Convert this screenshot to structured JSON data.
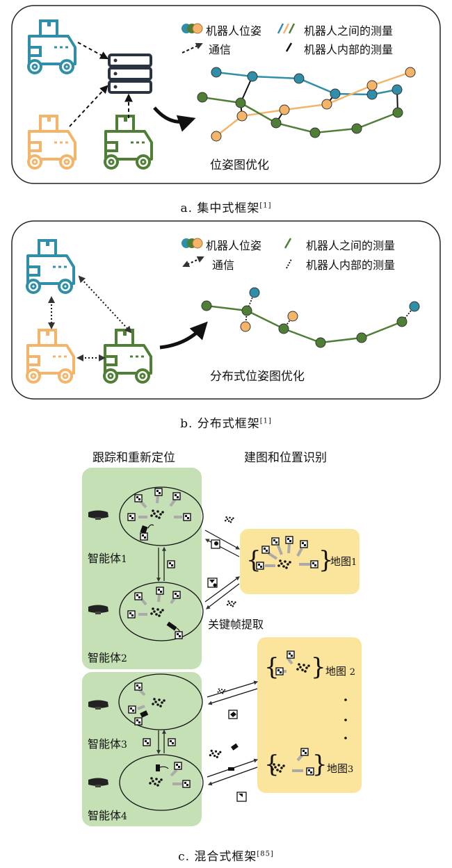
{
  "panel_a": {
    "legend_pose": "机器人位姿",
    "legend_inter": "机器人之间的测量",
    "legend_comm": "通信",
    "legend_intra": "机器人内部的测量",
    "graph_label": "位姿图优化",
    "caption": "a. 集中式框架",
    "caption_ref": "[1]"
  },
  "panel_b": {
    "legend_pose": "机器人位姿",
    "legend_inter": "机器人之间的测量",
    "legend_comm": "通信",
    "legend_intra": "机器人内部的测量",
    "graph_label": "分布式位姿图优化",
    "caption": "b. 分布式框架",
    "caption_ref": "[1]"
  },
  "panel_c": {
    "header_left": "跟踪和重新定位",
    "header_right": "建图和位置识别",
    "agent1": "智能体",
    "agent1_num": "1",
    "agent2": "智能体",
    "agent2_num": "2",
    "agent3": "智能体",
    "agent3_num": "3",
    "agent4": "智能体",
    "agent4_num": "4",
    "map1": "地图",
    "map1_num": "1",
    "map2": "地图",
    "map2_num": "2",
    "map3": "地图",
    "map3_num": "3",
    "keyframe": "关键帧提取",
    "caption": "c. 混合式框架",
    "caption_ref": "[85]"
  },
  "colors": {
    "teal": "#2f8fa8",
    "orange": "#f4b46a",
    "green": "#4f7f34",
    "agent_bg": "#c5e0b4",
    "map_bg": "#fbe49b"
  }
}
